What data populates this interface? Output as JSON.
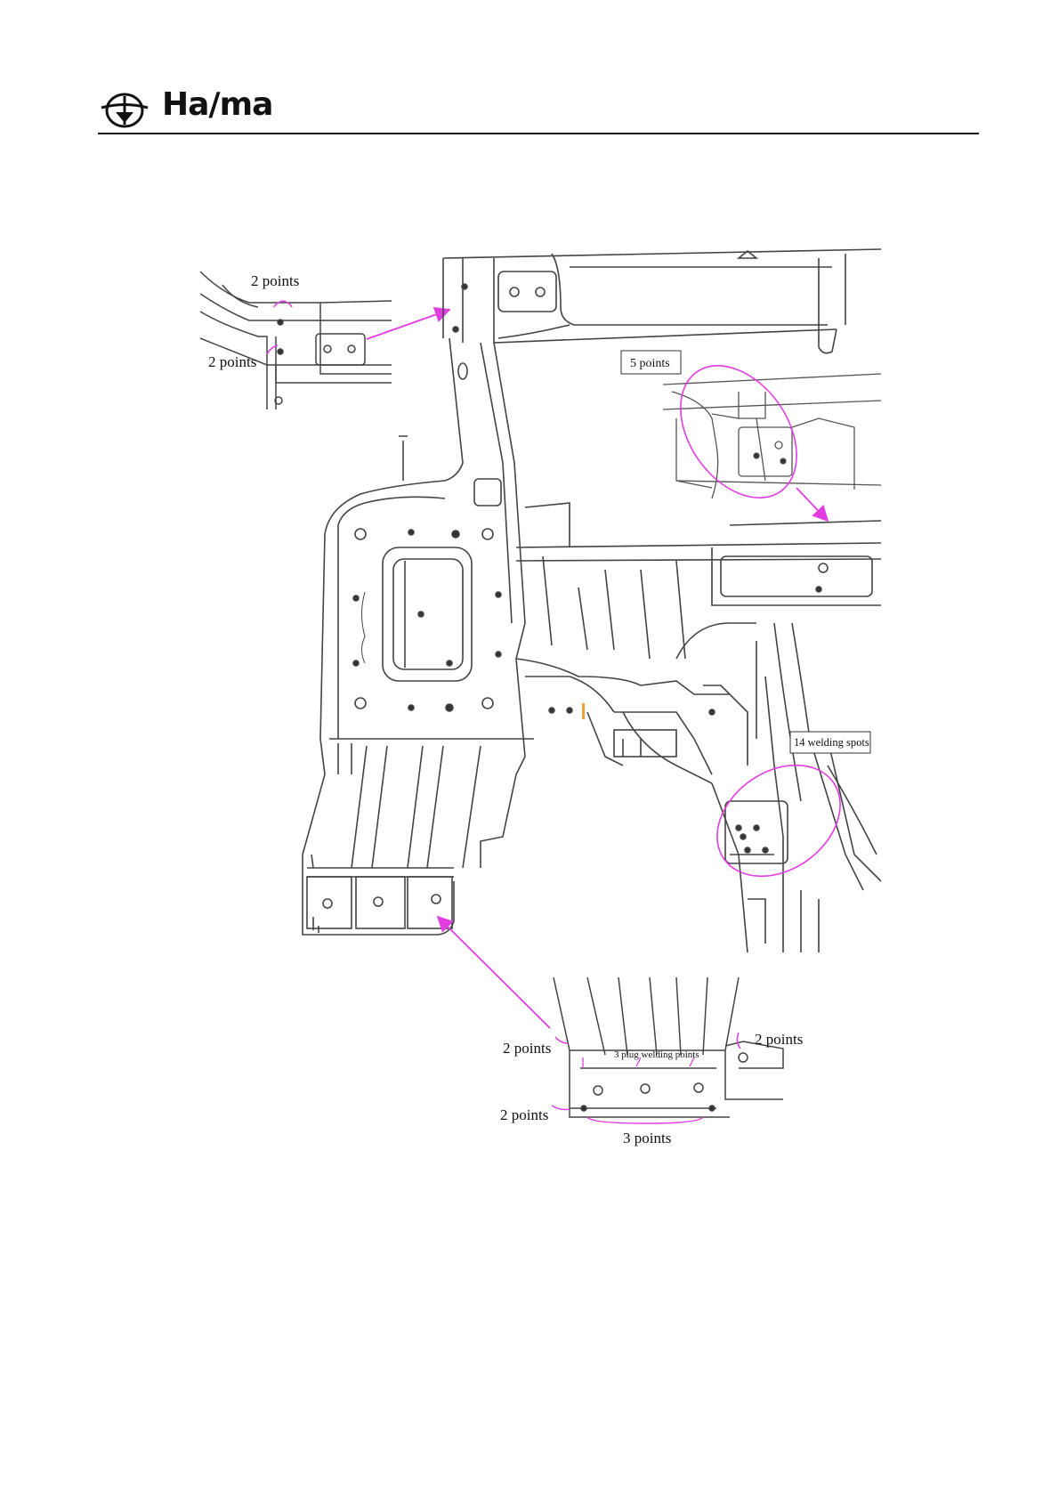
{
  "header": {
    "brand": "Ha/ma"
  },
  "figure": {
    "callouts": {
      "top_left_upper": "2 points",
      "top_left_lower": "2 points",
      "top_right_box": "5 points",
      "middle_right_box": "14 welding spots",
      "bottom_left_upper": "2 points",
      "bottom_left_lower": "2 points",
      "bottom_plug": "3 plug welding points",
      "bottom_right": "2 points",
      "bottom_center": "3 points"
    },
    "colors": {
      "line": "#333333",
      "accent": "#e23de0"
    }
  }
}
